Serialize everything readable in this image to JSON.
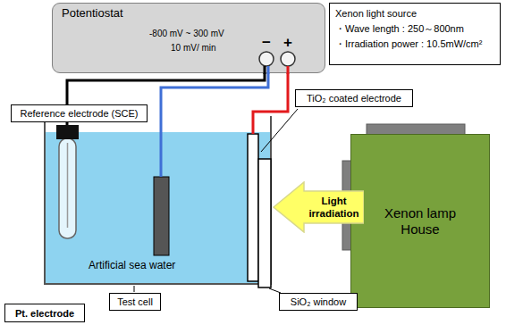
{
  "diagram": {
    "nodes": [
      {
        "text": [
          "Potentiostat",
          "-800 mV ~ 300 mV",
          "10 mV/ min"
        ]
      },
      {
        "text": [
          "Xenon light source",
          "・Wave length : 250～800nm",
          "・Irradiation power : 10.5mW/cm²"
        ]
      },
      {
        "text": [
          "TiO₂ coated electrode"
        ]
      },
      {
        "text": [
          "Reference electrode (SCE)"
        ]
      },
      {
        "text": [
          "Xenon lamp House"
        ]
      },
      {
        "text": [
          "Light irradiation"
        ]
      },
      {
        "text": [
          "Test cell"
        ]
      },
      {
        "text": [
          "SiO₂ window"
        ]
      },
      {
        "text": [
          "Pt. electrode"
        ]
      }
    ],
    "labels": [
      "−",
      "+",
      "Artificial sea water"
    ]
  }
}
